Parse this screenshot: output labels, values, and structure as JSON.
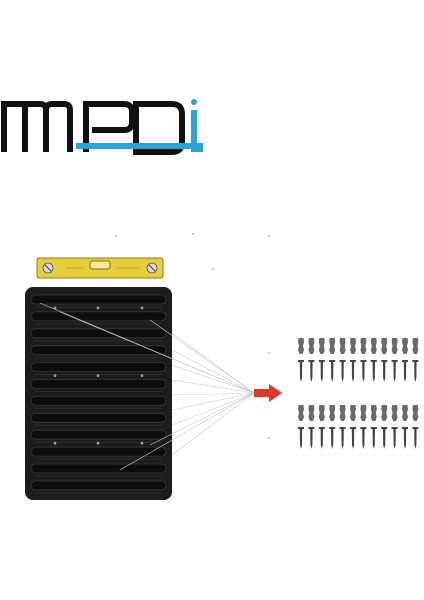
{
  "logo": {
    "text": "MPDI",
    "colors": {
      "black": "#111111",
      "blue": "#2aa3d6"
    }
  },
  "product": {
    "panel_color": "#1c1c1c",
    "level_color": "#e7cf3c",
    "arrow_color": "#e8332a",
    "screw_color": "#444444",
    "slot_count": 12,
    "screw_rows": 2,
    "screws_per_row": 12
  }
}
